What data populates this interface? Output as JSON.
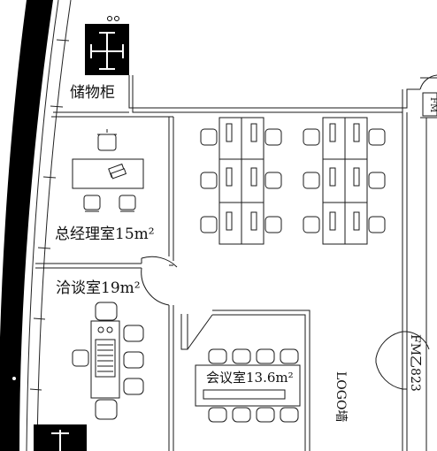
{
  "rooms": {
    "storage": "储物柜",
    "gm_office": "总经理室15m²",
    "negotiation": "洽谈室19m²",
    "meeting": "会议室13.6m²",
    "logo_wall": "LOGO墙"
  },
  "door_marks": {
    "upper_right": "FM",
    "right": "FM乙823"
  },
  "colors": {
    "line": "#1a1a1a",
    "wall_black": "#000000",
    "fill": "#ffffff"
  }
}
